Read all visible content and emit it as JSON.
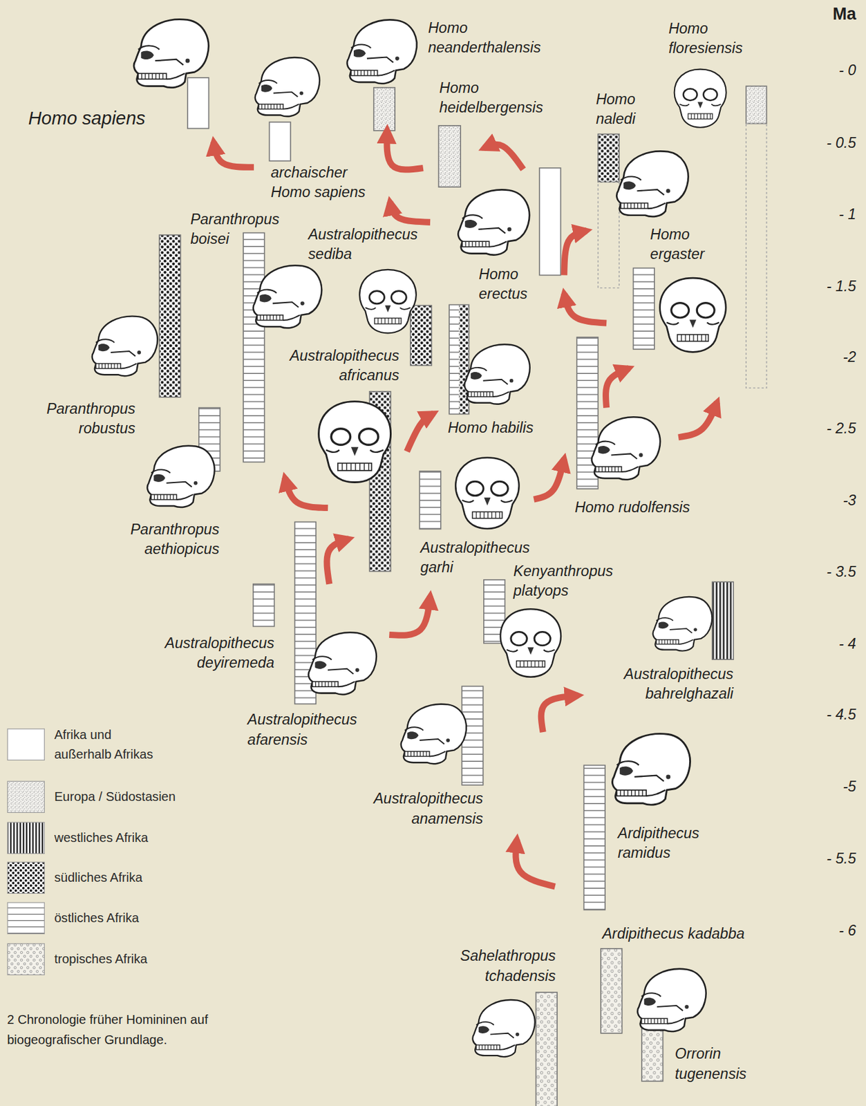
{
  "diagram": {
    "caption": "2 Chronologie früher Homininen auf biogeografischer Grundlage.",
    "nodes": [
      {
        "text": [
          "Homo sapiens"
        ]
      },
      {
        "text": [
          "archaischer Homo sapiens"
        ]
      },
      {
        "text": [
          "Homo neanderthalensis"
        ]
      },
      {
        "text": [
          "Homo heidelbergensis"
        ]
      },
      {
        "text": [
          "Homo floresiensis"
        ]
      },
      {
        "text": [
          "Homo naledi"
        ]
      },
      {
        "text": [
          "Homo erectus"
        ]
      },
      {
        "text": [
          "Homo ergaster"
        ]
      },
      {
        "text": [
          "Paranthropus boisei"
        ]
      },
      {
        "text": [
          "Australopithecus sediba"
        ]
      },
      {
        "text": [
          "Paranthropus robustus"
        ]
      },
      {
        "text": [
          "Australopithecus africanus"
        ]
      },
      {
        "text": [
          "Homo habilis"
        ]
      },
      {
        "text": [
          "Paranthropus aethiopicus"
        ]
      },
      {
        "text": [
          "Homo rudolfensis"
        ]
      },
      {
        "text": [
          "Australopithecus garhi"
        ]
      },
      {
        "text": [
          "Kenyanthropus platyops"
        ]
      },
      {
        "text": [
          "Australopithecus deyiremeda"
        ]
      },
      {
        "text": [
          "Australopithecus bahrelghazali"
        ]
      },
      {
        "text": [
          "Australopithecus afarensis"
        ]
      },
      {
        "text": [
          "Australopithecus anamensis"
        ]
      },
      {
        "text": [
          "Ardipithecus ramidus"
        ]
      },
      {
        "text": [
          "Ardipithecus kadabba"
        ]
      },
      {
        "text": [
          "Sahelathropus tchadensis"
        ]
      },
      {
        "text": [
          "Orrorin tugenensis"
        ]
      }
    ],
    "edges": [
      {
        "from": 21,
        "to": 20,
        "arrow": "to"
      },
      {
        "from": 20,
        "to": 18,
        "arrow": "to"
      },
      {
        "from": 19,
        "to": 15,
        "arrow": "to"
      },
      {
        "from": 19,
        "to": 11,
        "arrow": "to"
      },
      {
        "from": 19,
        "to": 13,
        "arrow": "to"
      },
      {
        "from": 15,
        "to": 12,
        "arrow": "to"
      },
      {
        "from": 15,
        "to": 14,
        "arrow": "to"
      },
      {
        "from": 14,
        "to": 7,
        "arrow": "to"
      },
      {
        "from": 14,
        "to": 4,
        "arrow": "to"
      },
      {
        "from": 7,
        "to": 6,
        "arrow": "to"
      },
      {
        "from": 6,
        "to": 5,
        "arrow": "to"
      },
      {
        "from": 6,
        "to": 3,
        "arrow": "to"
      },
      {
        "from": 6,
        "to": 1,
        "arrow": "to"
      },
      {
        "from": 3,
        "to": 2,
        "arrow": "to"
      },
      {
        "from": 1,
        "to": 0,
        "arrow": "to"
      }
    ],
    "labels": [
      "Ma",
      "- 0",
      "- 0.5",
      "- 1",
      "- 1.5",
      "-2",
      "- 2.5",
      "-3",
      "- 3.5",
      "- 4",
      "- 4.5",
      "-5",
      "- 5.5",
      "- 6"
    ],
    "legend": [
      {
        "text": "Afrika und außerhalb Afrikas"
      },
      {
        "text": "Europa / Südostasien"
      },
      {
        "text": "westliches Afrika"
      },
      {
        "text": "südliches Afrika"
      },
      {
        "text": "östliches Afrika"
      },
      {
        "text": "tropisches Afrika"
      }
    ]
  }
}
